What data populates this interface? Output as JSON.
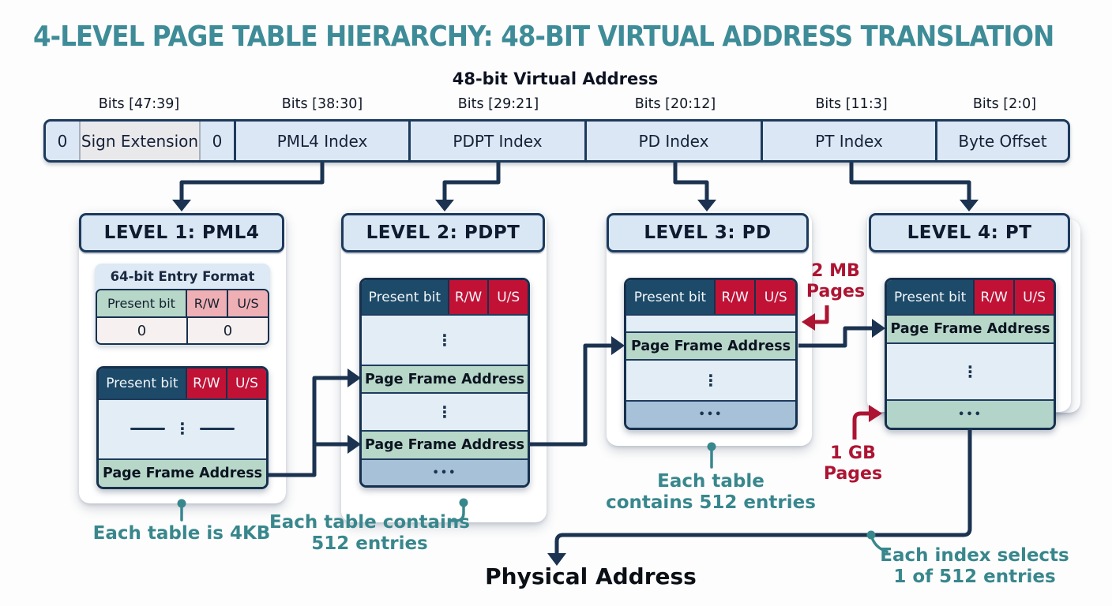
{
  "title": "4-LEVEL PAGE TABLE HIERARCHY: 48-BIT VIRTUAL ADDRESS TRANSLATION",
  "virtual_address": {
    "label": "48-bit Virtual Address",
    "fields": [
      {
        "bits": "Bits [47:39]",
        "prefix": "0",
        "label": "Sign Extension",
        "suffix": "0"
      },
      {
        "bits": "Bits [38:30]",
        "label": "PML4 Index"
      },
      {
        "bits": "Bits [29:21]",
        "label": "PDPT Index"
      },
      {
        "bits": "Bits [20:12]",
        "label": "PD Index"
      },
      {
        "bits": "Bits [11:3]",
        "label": "PT Index"
      },
      {
        "bits": "Bits [2:0]",
        "label": "Byte Offset"
      }
    ]
  },
  "levels": [
    {
      "title": "LEVEL 1: PML4"
    },
    {
      "title": "LEVEL 2: PDPT"
    },
    {
      "title": "LEVEL 3: PD"
    },
    {
      "title": "LEVEL 4: PT"
    }
  ],
  "entry_format": {
    "title": "64-bit Entry Format",
    "zero_left": "0",
    "zero_right": "0"
  },
  "entry": {
    "present": "Present bit",
    "rw": "R/W",
    "us": "U/S",
    "pfa": "Page Frame Address",
    "vdots": "⋮",
    "hdots": "•••"
  },
  "annotations": {
    "l1": {
      "line1": "Each table is 4KB"
    },
    "l2": {
      "line1": "Each table contains",
      "line2": "512 entries"
    },
    "l3": {
      "line1": "Each table",
      "line2": "contains 512 entries"
    },
    "l4": {
      "line1": "Each index selects",
      "line2": "1 of 512 entries"
    },
    "pages_2mb": {
      "line1": "2 MB",
      "line2": "Pages"
    },
    "pages_1gb": {
      "line1": "1 GB",
      "line2": "Pages"
    },
    "physical_address": "Physical Address"
  },
  "colors": {
    "title_teal": "#3e8c98",
    "annotation_teal": "#38878d",
    "annotation_red": "#ad1432",
    "arrow_navy": "#1b3350",
    "header_navy": "#1d4a68",
    "header_red": "#c11236",
    "pfa_green": "#b7d7c9",
    "row_light": "#e3edf6",
    "row_steel": "#a6c1d8",
    "bar_fill": "#dbe7f4"
  }
}
